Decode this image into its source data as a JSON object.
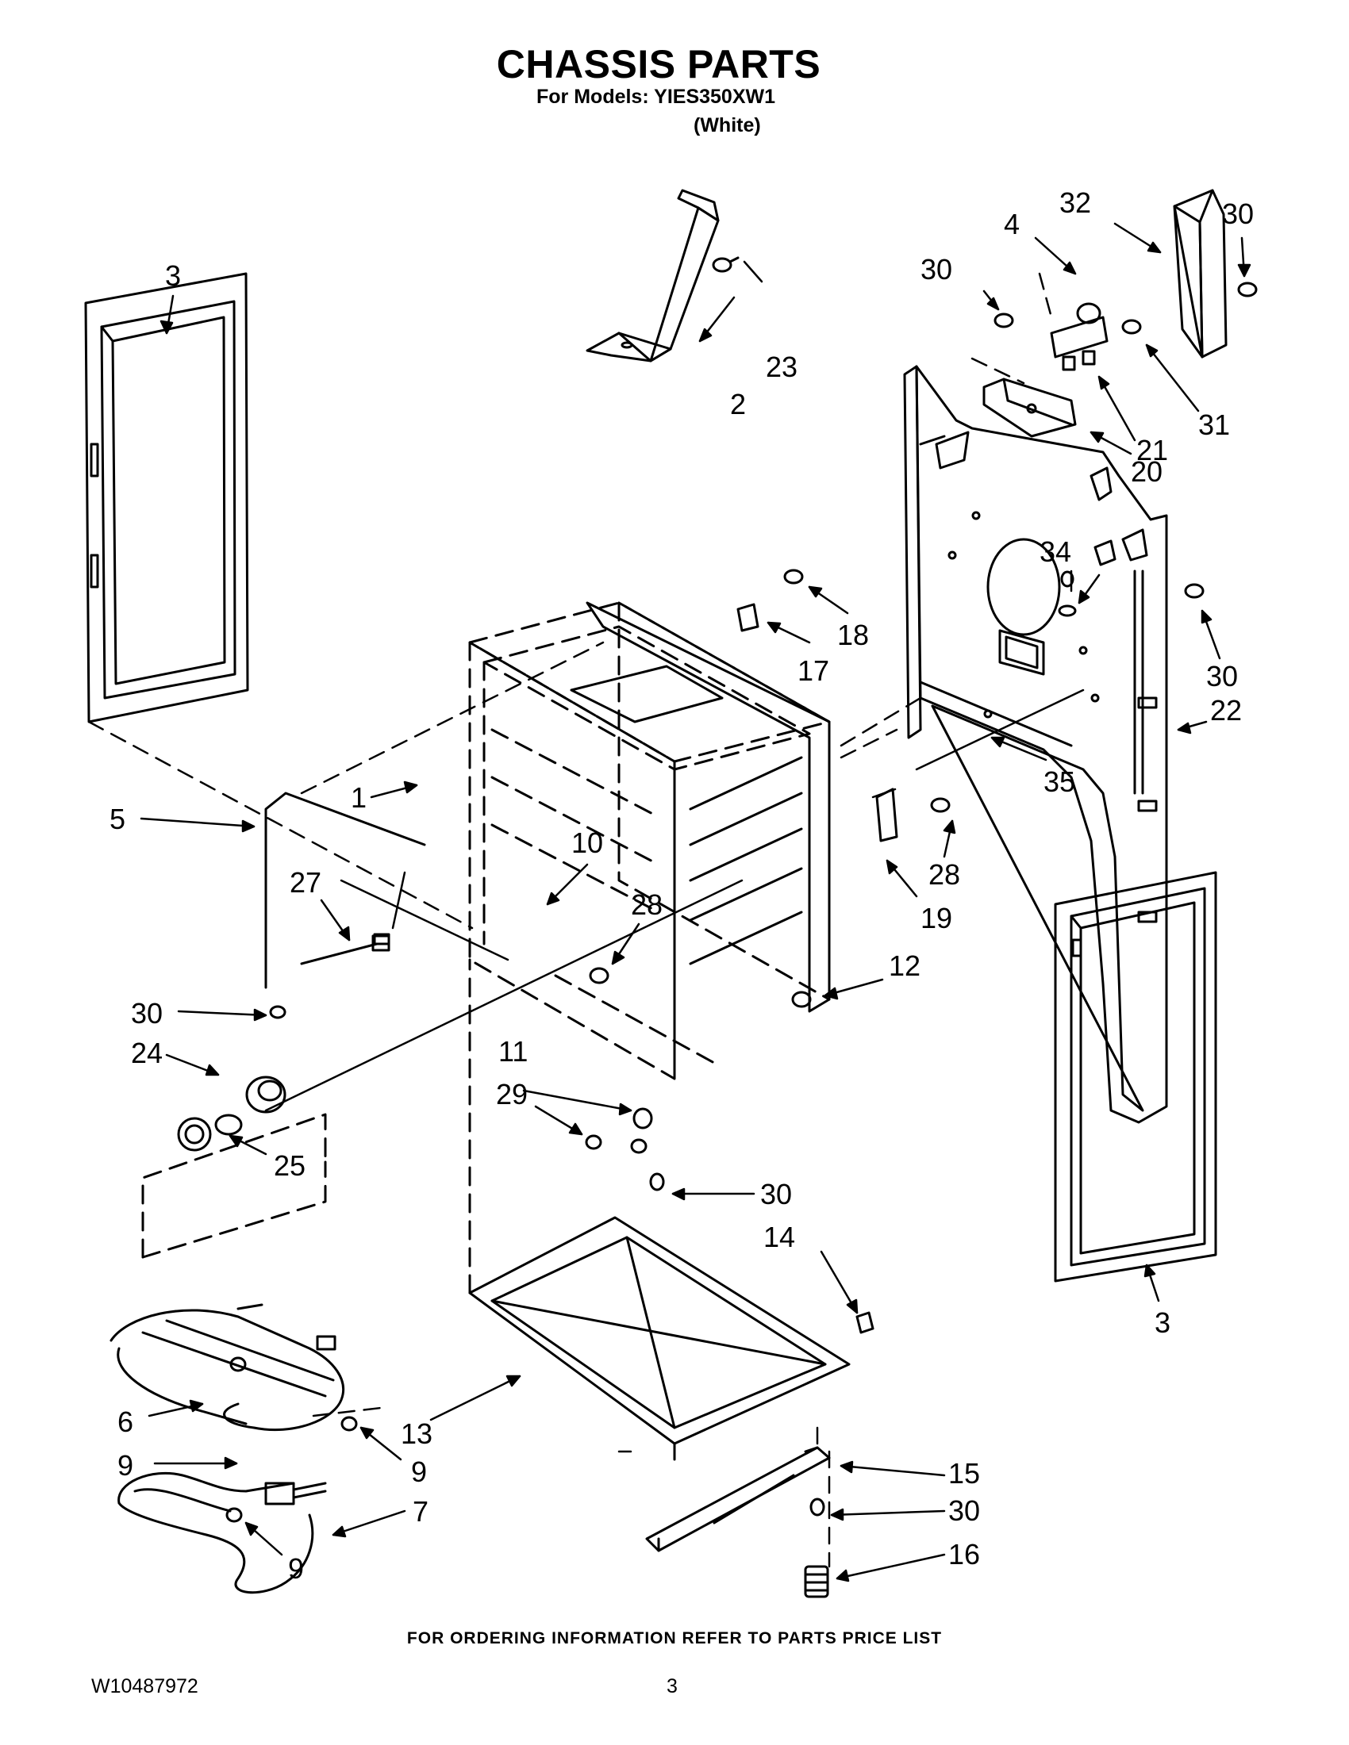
{
  "header": {
    "title": "CHASSIS PARTS",
    "models_line": "For Models: YIES350XW1",
    "variant_line": "(White)"
  },
  "footer": {
    "ordering_note": "FOR ORDERING INFORMATION REFER TO PARTS PRICE LIST",
    "doc_number": "W10487972",
    "page_number": "3"
  },
  "callouts": {
    "c3_left": "3",
    "c2": "2",
    "c23": "23",
    "c30_top": "30",
    "c4": "4",
    "c32": "32",
    "c30_right_top": "30",
    "c31": "31",
    "c21": "21",
    "c20": "20",
    "c34": "34",
    "c30_right_mid": "30",
    "c22": "22",
    "c18": "18",
    "c17": "17",
    "c35": "35",
    "c1": "1",
    "c5": "5",
    "c10": "10",
    "c27": "27",
    "c28_mid": "28",
    "c28_right": "28",
    "c19": "19",
    "c12": "12",
    "c30_left": "30",
    "c24": "24",
    "c11": "11",
    "c29": "29",
    "c25": "25",
    "c30_center": "30",
    "c14": "14",
    "c3_right": "3",
    "c6": "6",
    "c13": "13",
    "c9_a": "9",
    "c9_b": "9",
    "c15": "15",
    "c30_bottom": "30",
    "c7": "7",
    "c9_c": "9",
    "c16": "16"
  }
}
